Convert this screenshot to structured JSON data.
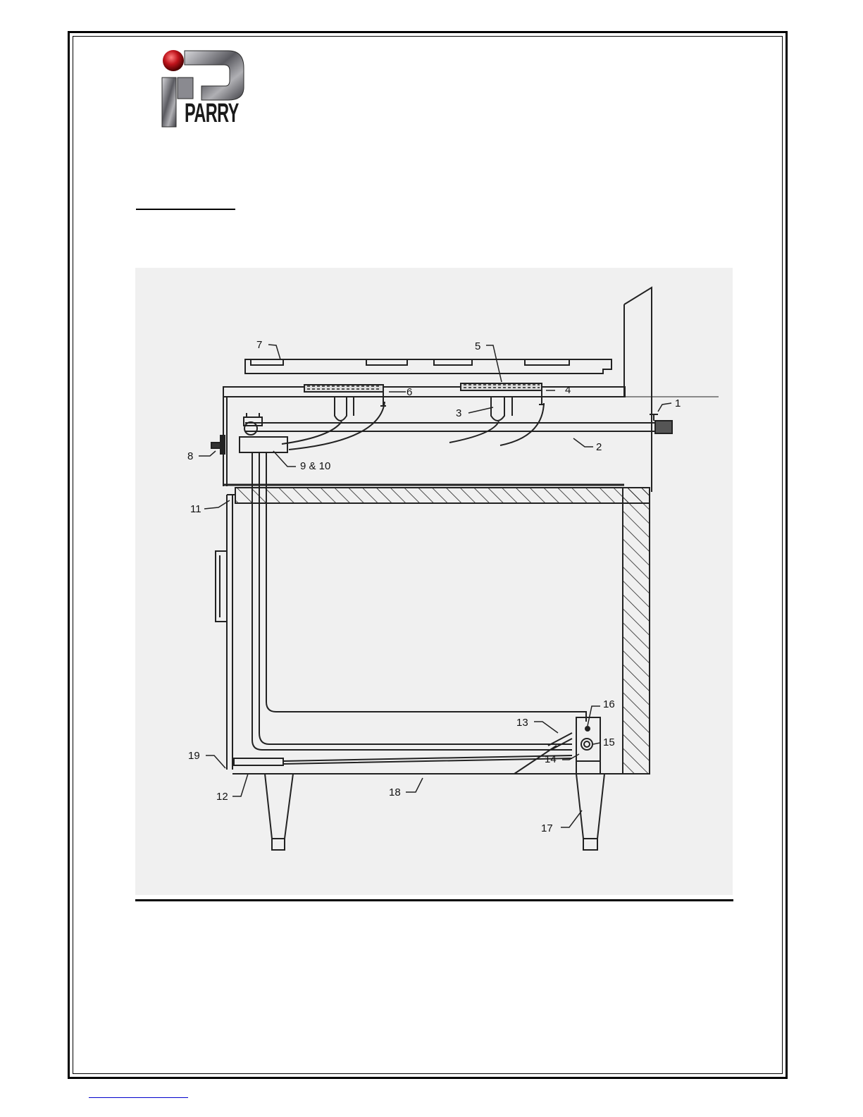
{
  "brand": {
    "name": "PARRY"
  },
  "colors": {
    "logo_red": "#c0141c",
    "logo_metal": "#6e6e72",
    "line": "#222222",
    "paper": "#f0f0f0"
  },
  "callouts": {
    "c1": "1",
    "c2": "2",
    "c3": "3",
    "c4": "4",
    "c5": "5",
    "c6": "6",
    "c7": "7",
    "c8": "8",
    "c9_10": "9 & 10",
    "c11": "11",
    "c12": "12",
    "c13": "13",
    "c14": "14",
    "c15": "15",
    "c16": "16",
    "c17": "17",
    "c18": "18",
    "c19": "19"
  }
}
